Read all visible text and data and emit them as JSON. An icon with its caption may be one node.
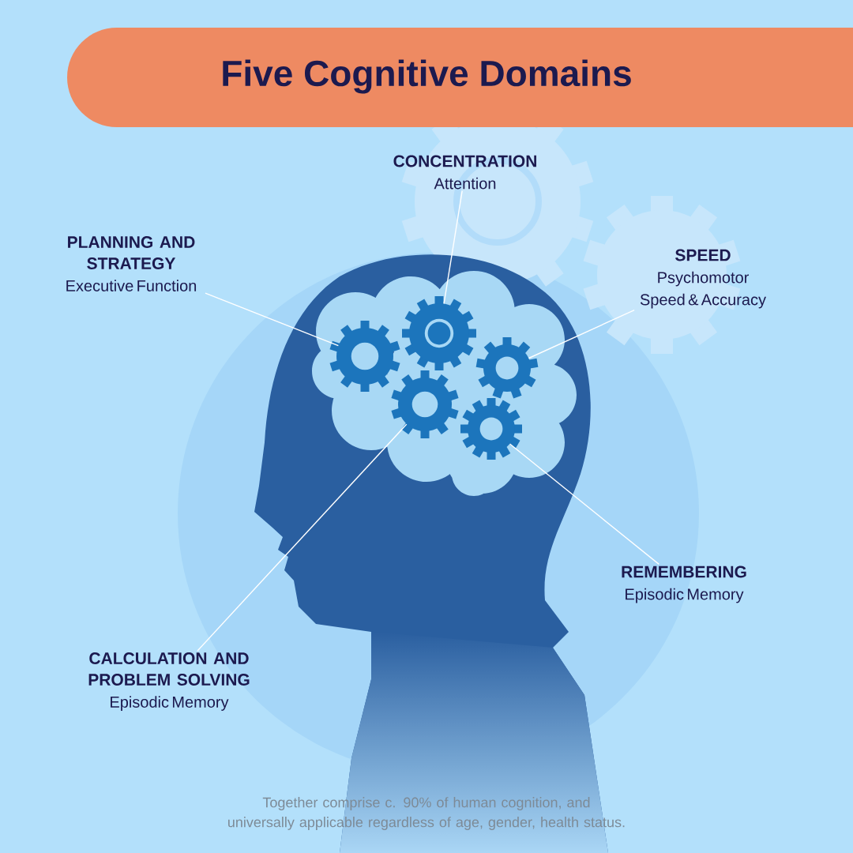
{
  "diagram": {
    "title": "Five Cognitive Domains",
    "caption": "Together comprise c. 90% of human cognition, and universally applicable regardless of age, gender, health status.",
    "nodes": [
      {
        "text": [
          "PLANNING AND STRATEGY",
          "Executive Function"
        ]
      },
      {
        "text": [
          "CONCENTRATION",
          "Attention"
        ]
      },
      {
        "text": [
          "SPEED",
          "Psychomotor Speed & Accuracy"
        ]
      },
      {
        "text": [
          "CALCULATION AND PROBLEM SOLVING",
          "Episodic Memory"
        ]
      },
      {
        "text": [
          "REMEMBERING",
          "Episodic Memory"
        ]
      },
      {
        "text": [],
        "shape": "gear"
      },
      {
        "text": [],
        "shape": "gear"
      },
      {
        "text": [],
        "shape": "gear"
      },
      {
        "text": [],
        "shape": "gear"
      },
      {
        "text": [],
        "shape": "gear"
      }
    ],
    "edges": [
      {
        "from": 0,
        "to": 5,
        "arrow": "none"
      },
      {
        "from": 1,
        "to": 6,
        "arrow": "none"
      },
      {
        "from": 2,
        "to": 8,
        "arrow": "none"
      },
      {
        "from": 3,
        "to": 7,
        "arrow": "none"
      },
      {
        "from": 4,
        "to": 9,
        "arrow": "none"
      }
    ]
  }
}
